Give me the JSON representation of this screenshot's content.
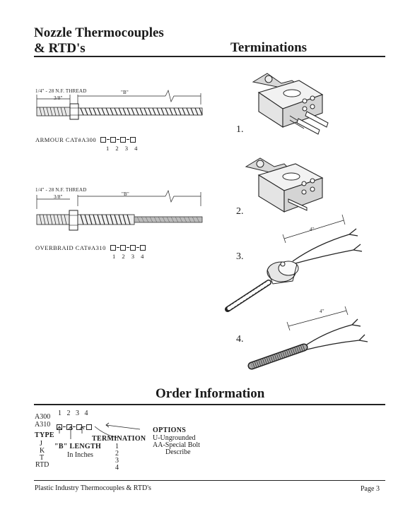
{
  "header": {
    "title_line1": "Nozzle Thermocouples",
    "title_line2": "& RTD's",
    "section": "Terminations"
  },
  "armour": {
    "thread_label": "1/4\" - 28 N.F. THREAD",
    "dim_38": "3/8\"",
    "dim_b": "\"B\"",
    "cat_label": "ARMOUR CAT#A300",
    "positions": [
      "1",
      "2",
      "3",
      "4"
    ]
  },
  "overbraid": {
    "thread_label": "1/4\" - 28 N.F. THREAD",
    "dim_38": "3/8\"",
    "dim_b": "\"B\"",
    "cat_label": "OVERBRAID CAT#A310",
    "positions": [
      "1",
      "2",
      "3",
      "4"
    ]
  },
  "terminations": {
    "labels": [
      "1.",
      "2.",
      "3.",
      "4."
    ],
    "lead_length": "4\""
  },
  "order": {
    "title": "Order Information",
    "header_numbers": [
      "1",
      "2",
      "3",
      "4"
    ],
    "codes": [
      "A300",
      "A310"
    ],
    "type_label": "TYPE",
    "type_values": [
      "J",
      "K",
      "T",
      "RTD"
    ],
    "length_label": "\"B\" LENGTH",
    "length_unit": "In Inches",
    "termination_label": "TERMINATION",
    "termination_values": [
      "1",
      "2",
      "3",
      "4"
    ],
    "options_label": "OPTIONS",
    "options_values": [
      "U-Ungrounded",
      "AA-Special Bolt",
      "Describe"
    ]
  },
  "footer": {
    "left": "Plastic Industry Thermocouples & RTD's",
    "right": "Page 3"
  }
}
